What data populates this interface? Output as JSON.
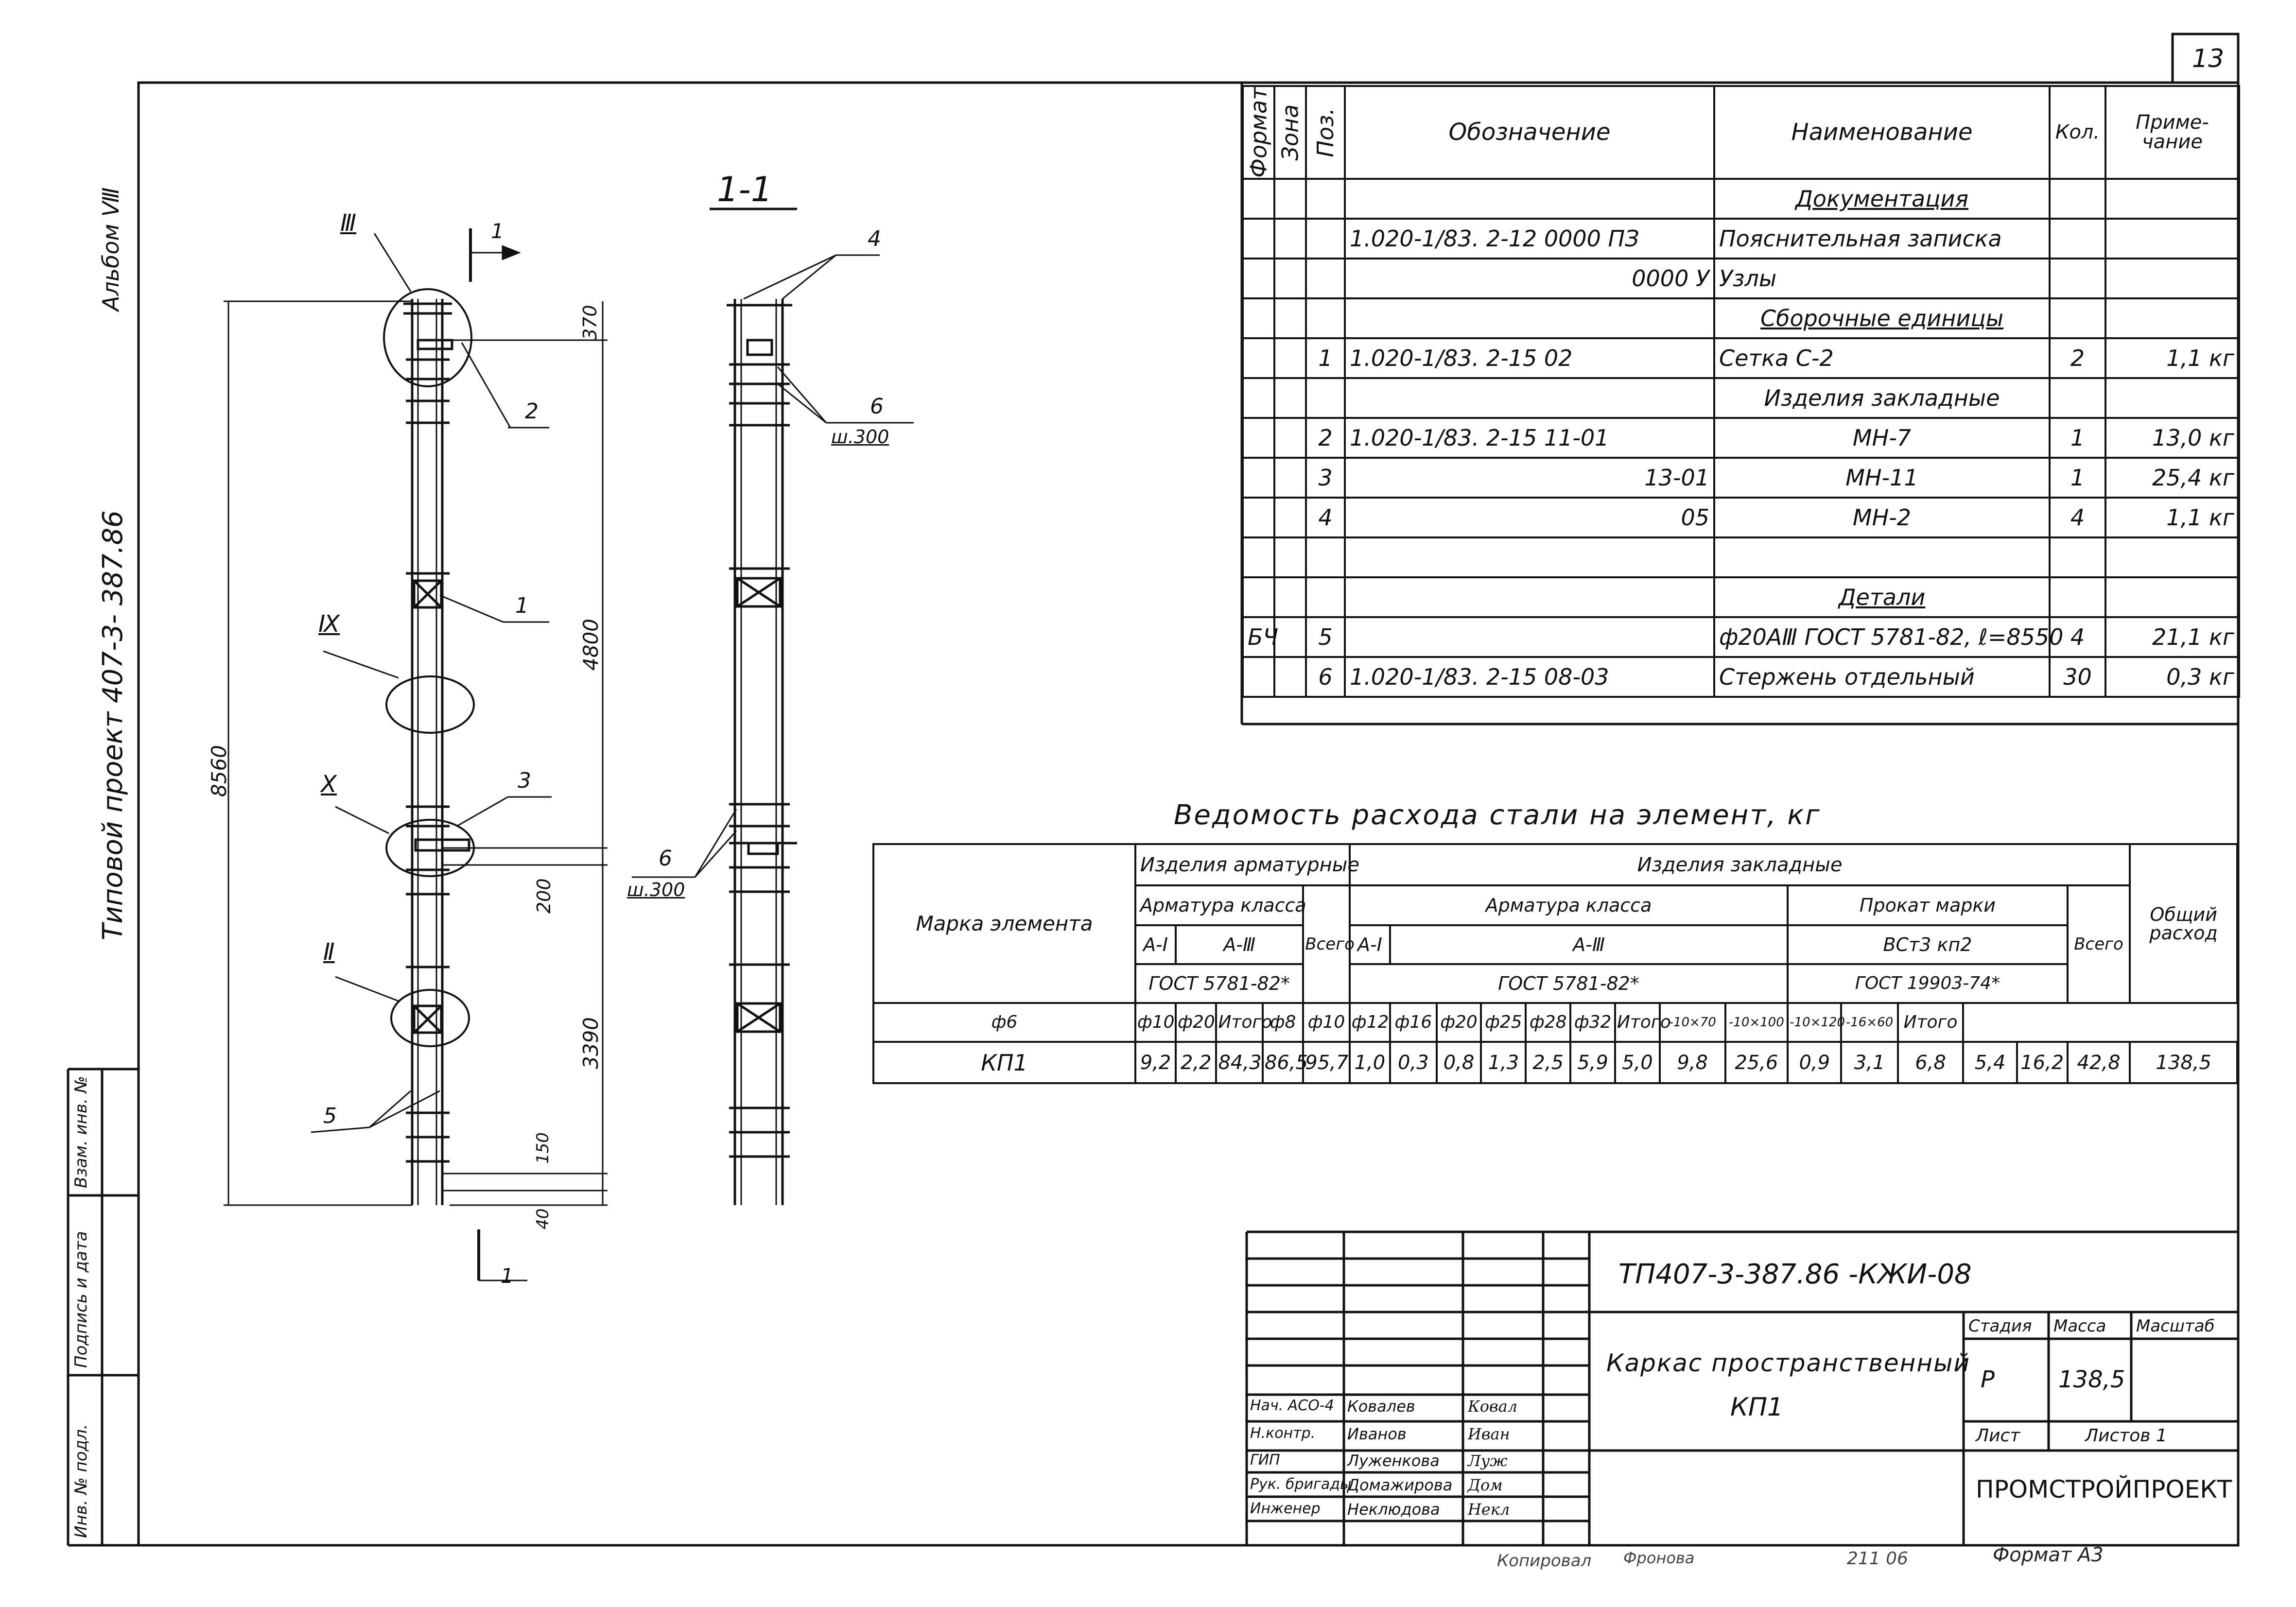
{
  "sheet": {
    "number": "13",
    "album_label": "Альбом Ⅷ",
    "project_label": "Типовой проект 407-3- 387.86",
    "section_label": "1-1",
    "copied_by": "Копировал",
    "copied_signature": "Фронова",
    "copied_code": "211 06",
    "format_label": "Формат А3",
    "side_stamp": [
      "Инв. № подл.",
      "Подпись и дата",
      "Взам. инв. №"
    ]
  },
  "drawing": {
    "cut_label_top": "1",
    "cut_label_bottom": "1",
    "dims": {
      "overall": "8560",
      "top": "370",
      "upper": "4800",
      "mid": "200",
      "lower": "3390",
      "bottom1": "150",
      "bottom2": "40"
    },
    "node_labels": [
      "Ⅲ",
      "Ⅸ",
      "Ⅹ",
      "Ⅱ"
    ],
    "position_labels": [
      "1",
      "2",
      "3",
      "4",
      "5",
      "6",
      "6"
    ],
    "pitch_labels": [
      "ш.300",
      "ш.300"
    ]
  },
  "spec_table": {
    "headers": {
      "format": "Формат",
      "zone": "Зона",
      "pos": "Поз.",
      "designation": "Обозначение",
      "name": "Наименование",
      "qty": "Кол.",
      "note": "Приме-чание"
    },
    "rows": [
      {
        "format": "",
        "zone": "",
        "pos": "",
        "designation": "",
        "name": "Документация",
        "qty": "",
        "note": "",
        "heading": true
      },
      {
        "format": "",
        "zone": "",
        "pos": "",
        "designation": "1.020-1/83. 2-12    0000 ПЗ",
        "name": "Пояснительная записка",
        "qty": "",
        "note": ""
      },
      {
        "format": "",
        "zone": "",
        "pos": "",
        "designation": "0000 У",
        "name": "Узлы",
        "qty": "",
        "note": "",
        "des_right": true
      },
      {
        "format": "",
        "zone": "",
        "pos": "",
        "designation": "",
        "name": "Сборочные единицы",
        "qty": "",
        "note": "",
        "heading": true
      },
      {
        "format": "",
        "zone": "",
        "pos": "1",
        "designation": "1.020-1/83.   2-15      02",
        "name": "Сетка    С-2",
        "qty": "2",
        "note": "1,1 кг"
      },
      {
        "format": "",
        "zone": "",
        "pos": "",
        "designation": "",
        "name": "Изделия закладные",
        "qty": "",
        "note": "",
        "center": true
      },
      {
        "format": "",
        "zone": "",
        "pos": "2",
        "designation": "1.020-1/83.   2-15      11-01",
        "name": "МН-7",
        "qty": "1",
        "note": "13,0 кг",
        "center": true
      },
      {
        "format": "",
        "zone": "",
        "pos": "3",
        "designation": "13-01",
        "name": "МН-11",
        "qty": "1",
        "note": "25,4 кг",
        "center": true,
        "des_right": true
      },
      {
        "format": "",
        "zone": "",
        "pos": "4",
        "designation": "05",
        "name": "МН-2",
        "qty": "4",
        "note": "1,1 кг",
        "center": true,
        "des_right": true
      },
      {
        "format": "",
        "zone": "",
        "pos": "",
        "designation": "",
        "name": "",
        "qty": "",
        "note": ""
      },
      {
        "format": "",
        "zone": "",
        "pos": "",
        "designation": "",
        "name": "Детали",
        "qty": "",
        "note": "",
        "heading": true
      },
      {
        "format": "БЧ",
        "zone": "",
        "pos": "5",
        "designation": "",
        "name": "ф20АⅢ ГОСТ 5781-82, ℓ=8550",
        "qty": "4",
        "note": "21,1 кг"
      },
      {
        "format": "",
        "zone": "",
        "pos": "6",
        "designation": "1.020-1/83.   2-15     08-03",
        "name": "Стержень отдельный",
        "qty": "30",
        "note": "0,3 кг"
      }
    ]
  },
  "steel_table": {
    "title": "Ведомость расхода стали на элемент, кг",
    "mark_header": "Марка элемента",
    "arm_products": "Изделия арматурные",
    "embed_products": "Изделия закладные",
    "arm_class": "Арматура класса",
    "arm_class2": "Арматура   класса",
    "rolled_mark": "Прокат   марки",
    "a1": "А-Ⅰ",
    "a3": "А-Ⅲ",
    "vst": "ВСт3 кп2",
    "gost_arm": "ГОСТ 5781-82*",
    "gost_arm2": "ГОСТ 5781-82*",
    "gost_rolled": "ГОСТ 19903-74*",
    "total": "Всего",
    "total2": "Всего",
    "grand_total": "Общий расход",
    "sub_cols": [
      "ф6",
      "ф10",
      "ф20",
      "Итого",
      "ф8",
      "ф10",
      "ф12",
      "ф16",
      "ф20",
      "ф25",
      "ф28",
      "ф32",
      "Итого",
      "-10×70",
      "-10×100",
      "-10×120",
      "-16×60",
      "Итого"
    ],
    "row": {
      "mark": "КП1",
      "values": [
        "9,2",
        "2,2",
        "84,3",
        "86,5",
        "95,7",
        "1,0",
        "0,3",
        "0,8",
        "1,3",
        "2,5",
        "5,9",
        "5,0",
        "9,8",
        "25,6",
        "0,9",
        "3,1",
        "6,8",
        "5,4",
        "16,2",
        "42,8",
        "138,5"
      ]
    }
  },
  "title_block": {
    "code": "ТП407-3-387.86     -КЖИ-08",
    "object_name": "Каркас пространственный",
    "object_mark": "КП1",
    "stage_label": "Стадия",
    "mass_label": "Масса",
    "scale_label": "Масштаб",
    "stage": "Р",
    "mass": "138,5",
    "sheet_label": "Лист",
    "sheets_label": "Листов 1",
    "org": "ПРОМСТРОЙПРОЕКТ",
    "people": [
      {
        "role": "Нач. АСО-4",
        "name": "Ковалев",
        "sign": "Ковал"
      },
      {
        "role": "Н.контр.",
        "name": "Иванов",
        "sign": "Иван"
      },
      {
        "role": "ГИП",
        "name": "Луженкова",
        "sign": "Луж"
      },
      {
        "role": "Рук. бригады",
        "name": "Домажирова",
        "sign": "Дом"
      },
      {
        "role": "Инженер",
        "name": "Неклюдова",
        "sign": "Некл"
      }
    ]
  }
}
